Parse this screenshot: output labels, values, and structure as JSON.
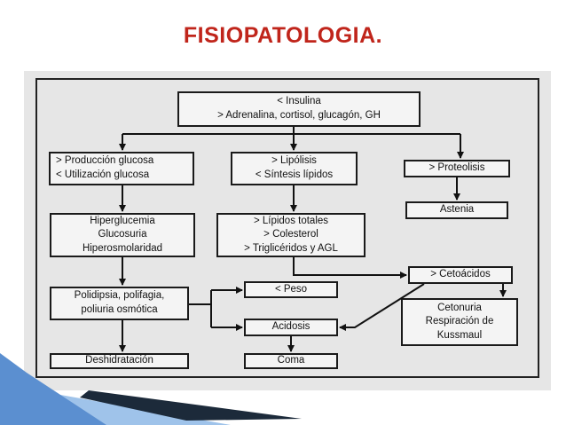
{
  "title": "FISIOPATOLOGIA.",
  "colors": {
    "title": "#c0251b",
    "decor_dark": "#1c2a3a",
    "decor_blue": "#5b8fd0",
    "decor_light": "#9fc3ea"
  },
  "boxes": {
    "insulina": [
      "< Insulina",
      "> Adrenalina, cortisol, glucagón, GH"
    ],
    "produccion": [
      "> Producción glucosa",
      "< Utilización glucosa"
    ],
    "lipolisis": [
      "> Lipólisis",
      "< Síntesis lípidos"
    ],
    "proteolisis": [
      "> Proteolisis"
    ],
    "hiperglucemia": [
      "Hiperglucemia",
      "Glucosuria",
      "Hiperosmolaridad"
    ],
    "lipidos": [
      "> Lípidos totales",
      "> Colesterol",
      "> Triglicéridos y AGL"
    ],
    "astenia": [
      "Astenia"
    ],
    "cetoacidos": [
      "> Cetoácidos"
    ],
    "peso": [
      "< Peso"
    ],
    "polidipsia": [
      "Polidipsia, polifagia,",
      "poliuria osmótica"
    ],
    "acidosis": [
      "Acidosis"
    ],
    "cetonuria": [
      "Cetonuria",
      "Respiración de",
      "Kussmaul"
    ],
    "deshidratacion": [
      "Deshidratación"
    ],
    "coma": [
      "Coma"
    ]
  }
}
